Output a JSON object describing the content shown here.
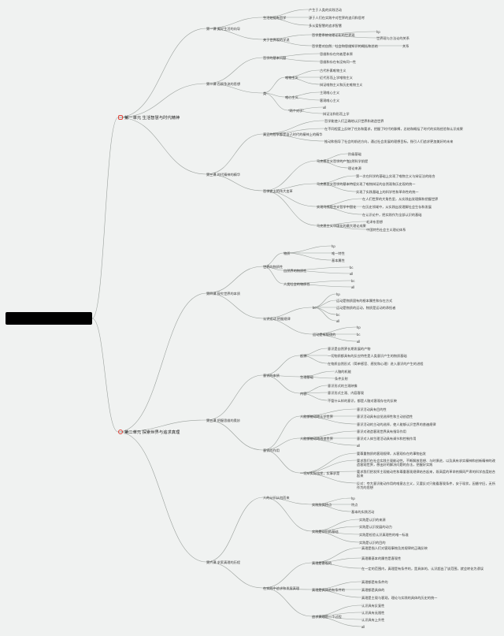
{
  "root": {
    "label": ""
  },
  "units": [
    {
      "id": "u1",
      "label": "第一单元 生活智慧与时代精神",
      "icon": "book-icon"
    },
    {
      "id": "u2",
      "label": "第二单元 探索世界与追求真理",
      "icon": "heart-icon"
    }
  ],
  "lessons": {
    "l1": "第一课 美好生活的向导",
    "l2": "第二课 百舸争流的思想",
    "l3": "第三课 时代精神的精华",
    "l4": "第四课 探究世界的本质",
    "l5": "第五课 把握思维的奥妙",
    "l6": "第六课 求索真理的历程"
  },
  "nodes": {
    "a1": "生活处处有哲学",
    "a1a": "产生于人类的实践活动",
    "a1b": "源于人们在实践中对世界的追问和思考",
    "a1c": "多从爱智慧的追求智慧",
    "a2": "关于世界观的学说",
    "a2a": "哲学是系统化理论化的世界观",
    "a2a1": "hp",
    "a2a2": "世界观与方法论的关系",
    "a2b": "哲学是对自然、社会和思维知识的概括和总结",
    "a2b1": "关系",
    "b1": "哲学的基本问题",
    "b1a": "思维和存在何者是本原",
    "b1b": "思维和存在有没有同一性",
    "b2": "唯物主义",
    "b2a": "古代朴素唯物主义",
    "b2b": "近代形而上学唯物主义",
    "b2c": "辩证唯物主义和历史唯物主义",
    "b3": "唯心主义",
    "b3a": "主观唯心主义",
    "b3b": "客观唯心主义",
    "b4": "\"两个对子\"",
    "b4a": "all",
    "b4b": "辩证法和形而上学",
    "b0": "类",
    "c1": "真正的哲学都是自己时代的精神上的精华",
    "c1a": "哲学能使人们正确地认识世界和改造世界",
    "c1b": "在不同程度上反映了任务和要求，把握了时代的脉搏，总结和概括了时代的实践经验和认识成果",
    "c1c": "推动和指导了社会的前进方向，通过社会发展的理想目标，指引人们追求更加美好的未来",
    "c2": "哲学史上的伟大变革",
    "c2a": "马克思主义哲学的产生",
    "c2a1": "阶级基础",
    "c2a2": "自然科学前提",
    "c2a3": "理论来源",
    "c2b": "马克思主义哲学的基本特征",
    "c2b1": "第一次在科学的基础上实现了唯物主义与辩证法的结合",
    "c2b2": "实现了唯物辩证的自然观和历史观的统一",
    "c2b3": "实现了实践基础上的科学性和革命性的统一",
    "c2c": "实现马克思主义哲学中国化",
    "c2c1": "在人们世界的大角色里，从实践出发理解和把握世界",
    "c2c2": "在历史领域中，从实践出发理解社会生存和发展",
    "c2c3": "在认识论中，把实践作为全部认识的基础",
    "c2d": "马克思主义中国化的最大理论成果",
    "c2d1": "毛泽东思想",
    "c2d2": "中国特色社会主义理论体系",
    "d1": "世界的物质性",
    "d1a": "物质",
    "d1a1": "hp",
    "d1a2": "唯一特性",
    "d1a3": "基本属性",
    "d1b": "自然界的物质性",
    "d1b1": "bc",
    "d1b2": "all",
    "d1c": "人类社会的物质性",
    "d1c1": "bc",
    "d1c2": "all",
    "d2": "认识运动 把握规律",
    "d2a": "bc",
    "d2a1": "hp",
    "d2a2": "运动是物质固有的根本属性和存在方式",
    "d2a3": "运动是物质的运动，物质是运动的承担者",
    "d2a4": "bc",
    "d2a5": "all",
    "d2b": "运动是有规律的",
    "d2b1": "hp",
    "d2b2": "bc",
    "d2b3": "all",
    "e1": "意识的本质",
    "e1a": "起源",
    "e1a1": "意识是自然界长期发展的产物",
    "e1a2": "一切物质都具有的反应特性是人类意识产生的物质基础",
    "e1a3": "在物质自然形式（简单感官、感觉和心理）进入意识的产生的进程",
    "e1b": "生理基础",
    "e1b1": "人脑的机能",
    "e1b2": "条件反射",
    "e1c": "内容",
    "e1c1": "意识形式的主观映像",
    "e1c2": "意识形式主观、内容客观",
    "e1c3": "不管什么样的意识，都是人脑对客观存在的反映",
    "e2": "意识的作用",
    "e2a": "人能够能动地认识世界",
    "e2a1": "意识活动具有目的性",
    "e2a2": "意识活动具有自觉选择性和主动创造性",
    "e2a3": "意识活动的主动的选择，使人能够认识世界的普遍规律",
    "e2b": "人能够能动地改造世界",
    "e2b1": "意识对改造客观世界具有指导作用",
    "e2b2": "意识对人体生理活动具有调节和控制作用",
    "e2b3": "all",
    "e3": "一切从实际出发，实事求是",
    "e3a": "要尊重物质的客观规律，从客观存在的事物出发",
    "e3b": "要求我们在社会实践主观能动性，不断解放思想、与时俱进，以及具有求实精神和创新精神的改造客观世界，想出好的解决问题的办法，把握好实践",
    "e3c": "要求我们把发挥主观能动性和尊重客观规律结合起来，既高度的革命热情同严肃的科学态度结合起来",
    "e3d": "反对：夸大意识能动作用的唯意志主义，又要反对只能看客观条件，安于现状，因循守旧，无所作为的思想",
    "f1": "人的认识从何而来",
    "f1a": "实践及其特点",
    "f1a1": "hp",
    "f1a2": "特点",
    "f1a3": "基本的实践活动",
    "f1b": "实践是认识的基础",
    "f1b1": "实践是认识的来源",
    "f1b2": "实践是认识发展的动力",
    "f1b3": "实践是检验认识真理性的唯一标准",
    "f1b4": "实践是认识的目的",
    "f2": "在实践中追求和发展真理",
    "f2a": "真理是客观的",
    "f2a1": "真理是指人们对客观事物及其规律的正确反映",
    "f2a2": "真理最基本的属性是客观性",
    "f2a3": "在一定的范围内，真理是有条件的，是具体的，认识超出了该范围，就会转化为谬误",
    "f2b": "真理是具体的有条件的",
    "f2b1": "真理都是有条件的",
    "f2b2": "真理都是具体的",
    "f2b3": "真理是主观与客观，理论与实践的具体的历史的统一",
    "f2c": "追求真理是一个过程",
    "f2c1": "认识具有反复性",
    "f2c2": "认识具有无限性",
    "f2c3": "认识具有上升性",
    "f2c4": "all"
  }
}
